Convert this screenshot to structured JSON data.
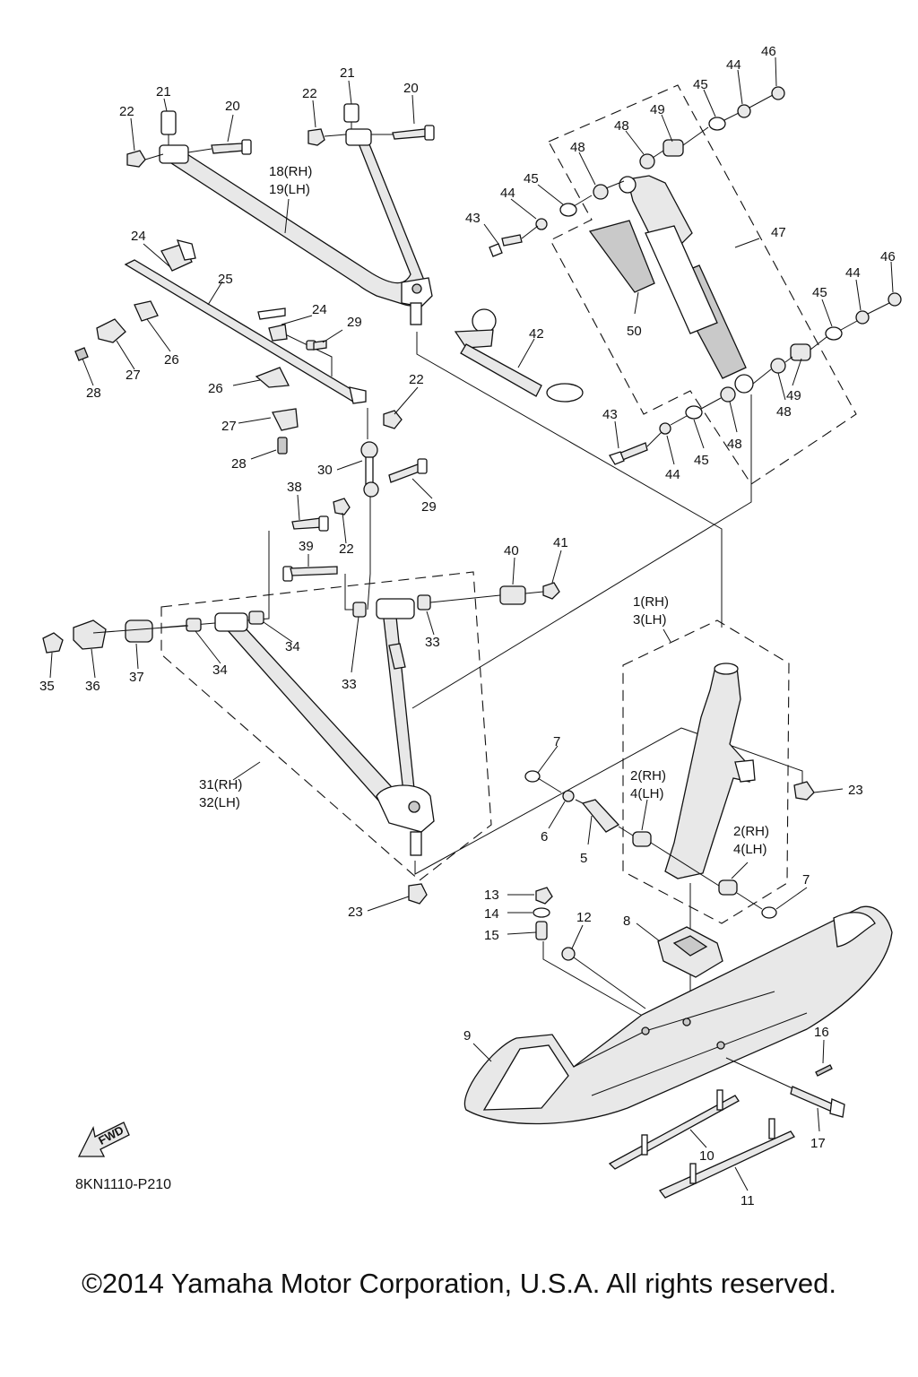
{
  "diagram": {
    "drawing_code": "8KN1110-P210",
    "fwd_label": "FWD",
    "copyright": "©2014 Yamaha Motor Corporation, U.S.A. All rights reserved.",
    "callouts": [
      {
        "id": "c46a",
        "text": "46"
      },
      {
        "id": "c44a",
        "text": "44"
      },
      {
        "id": "c45a",
        "text": "45"
      },
      {
        "id": "c49a",
        "text": "49"
      },
      {
        "id": "c48a",
        "text": "48"
      },
      {
        "id": "c48b",
        "text": "48"
      },
      {
        "id": "c45b",
        "text": "45"
      },
      {
        "id": "c44b",
        "text": "44"
      },
      {
        "id": "c43a",
        "text": "43"
      },
      {
        "id": "c47",
        "text": "47"
      },
      {
        "id": "c50",
        "text": "50"
      },
      {
        "id": "c46b",
        "text": "46"
      },
      {
        "id": "c44c",
        "text": "44"
      },
      {
        "id": "c45c",
        "text": "45"
      },
      {
        "id": "c49b",
        "text": "49"
      },
      {
        "id": "c48c",
        "text": "48"
      },
      {
        "id": "c48d",
        "text": "48"
      },
      {
        "id": "c43b",
        "text": "43"
      },
      {
        "id": "c44d",
        "text": "44"
      },
      {
        "id": "c45d",
        "text": "45"
      },
      {
        "id": "c42",
        "text": "42"
      },
      {
        "id": "c21a",
        "text": "21"
      },
      {
        "id": "c22a",
        "text": "22"
      },
      {
        "id": "c20a",
        "text": "20"
      },
      {
        "id": "c21b",
        "text": "21"
      },
      {
        "id": "c22b",
        "text": "22"
      },
      {
        "id": "c20b",
        "text": "20"
      },
      {
        "id": "c18",
        "text": "18(RH)"
      },
      {
        "id": "c19",
        "text": "19(LH)"
      },
      {
        "id": "c24a",
        "text": "24"
      },
      {
        "id": "c25",
        "text": "25"
      },
      {
        "id": "c24b",
        "text": "24"
      },
      {
        "id": "c29a",
        "text": "29"
      },
      {
        "id": "c26a",
        "text": "26"
      },
      {
        "id": "c27a",
        "text": "27"
      },
      {
        "id": "c28a",
        "text": "28"
      },
      {
        "id": "c26b",
        "text": "26"
      },
      {
        "id": "c27b",
        "text": "27"
      },
      {
        "id": "c28b",
        "text": "28"
      },
      {
        "id": "c22c",
        "text": "22"
      },
      {
        "id": "c30",
        "text": "30"
      },
      {
        "id": "c29b",
        "text": "29"
      },
      {
        "id": "c38",
        "text": "38"
      },
      {
        "id": "c22d",
        "text": "22"
      },
      {
        "id": "c39",
        "text": "39"
      },
      {
        "id": "c40",
        "text": "40"
      },
      {
        "id": "c41",
        "text": "41"
      },
      {
        "id": "c34a",
        "text": "34"
      },
      {
        "id": "c34b",
        "text": "34"
      },
      {
        "id": "c33a",
        "text": "33"
      },
      {
        "id": "c33b",
        "text": "33"
      },
      {
        "id": "c35",
        "text": "35"
      },
      {
        "id": "c36",
        "text": "36"
      },
      {
        "id": "c37",
        "text": "37"
      },
      {
        "id": "c31",
        "text": "31(RH)"
      },
      {
        "id": "c32",
        "text": "32(LH)"
      },
      {
        "id": "c23a",
        "text": "23"
      },
      {
        "id": "c1",
        "text": "1(RH)"
      },
      {
        "id": "c3",
        "text": "3(LH)"
      },
      {
        "id": "c7a",
        "text": "7"
      },
      {
        "id": "c2a",
        "text": "2(RH)"
      },
      {
        "id": "c4a",
        "text": "4(LH)"
      },
      {
        "id": "c6",
        "text": "6"
      },
      {
        "id": "c5",
        "text": "5"
      },
      {
        "id": "c2b",
        "text": "2(RH)"
      },
      {
        "id": "c4b",
        "text": "4(LH)"
      },
      {
        "id": "c7b",
        "text": "7"
      },
      {
        "id": "c23b",
        "text": "23"
      },
      {
        "id": "c13",
        "text": "13"
      },
      {
        "id": "c14",
        "text": "14"
      },
      {
        "id": "c15",
        "text": "15"
      },
      {
        "id": "c12",
        "text": "12"
      },
      {
        "id": "c8",
        "text": "8"
      },
      {
        "id": "c9",
        "text": "9"
      },
      {
        "id": "c16",
        "text": "16"
      },
      {
        "id": "c17",
        "text": "17"
      },
      {
        "id": "c10",
        "text": "10"
      },
      {
        "id": "c11",
        "text": "11"
      }
    ]
  }
}
